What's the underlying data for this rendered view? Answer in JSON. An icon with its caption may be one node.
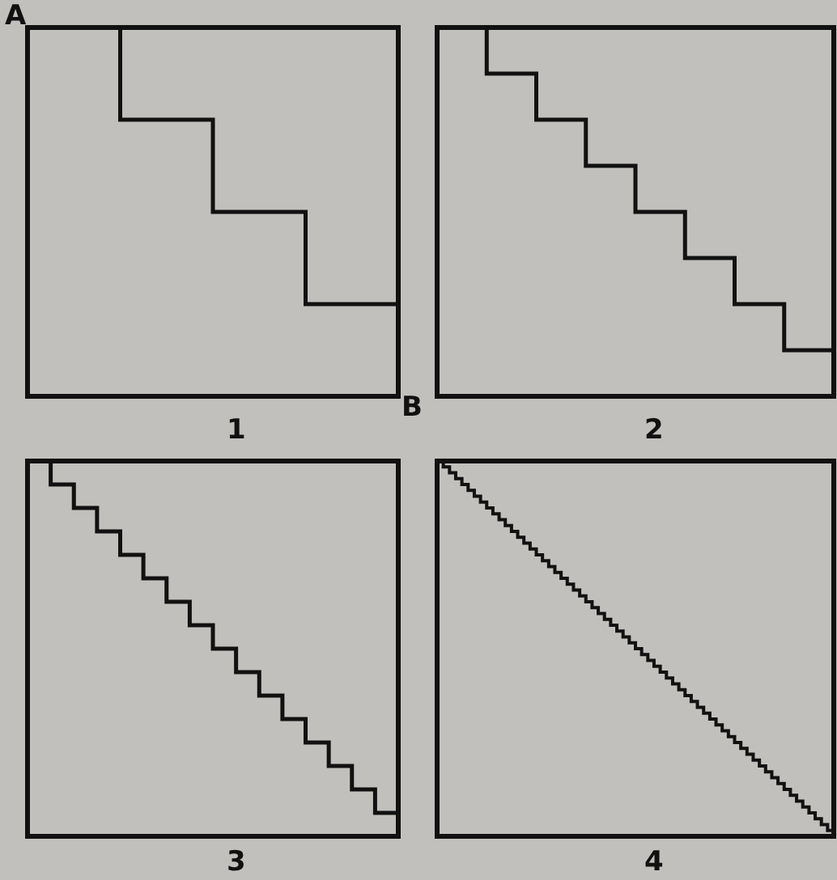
{
  "diagram": {
    "labels": [
      "A",
      "1",
      "B",
      "2",
      "3",
      "4"
    ]
  }
}
